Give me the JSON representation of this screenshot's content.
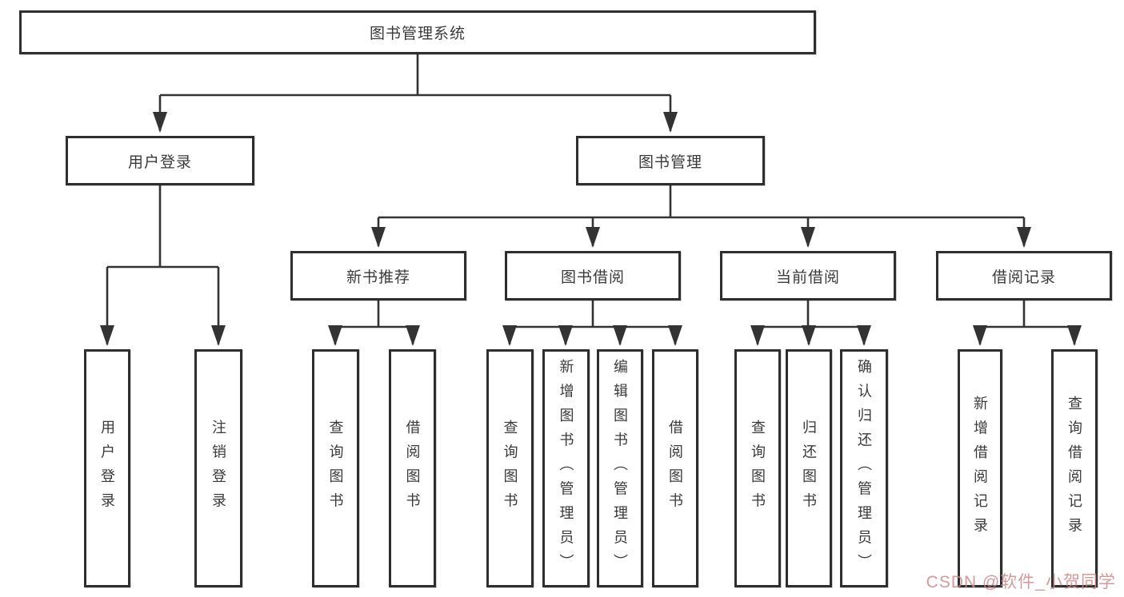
{
  "diagram": {
    "title": "图书管理系统",
    "watermark": "CSDN @软件_小贺同学",
    "colors": {
      "background": "#ffffff",
      "box_border": "#2e2e2e",
      "connector": "#333333",
      "text": "#3a3a3a",
      "watermark": "#cd8787"
    },
    "labels": {
      "root": "图书管理系统",
      "user_login": "用户登录",
      "book_mgmt": "图书管理",
      "new_book_rec": "新书推荐",
      "book_borrow": "图书借阅",
      "current_borrow": "当前借阅",
      "borrow_record": "借阅记录",
      "leaf_user_login": "用户登录",
      "leaf_logout": "注销登录",
      "nb_query": "查询图书",
      "nb_borrow": "借阅图书",
      "bb_query": "查询图书",
      "bb_add": "新增图书（管理员）",
      "bb_edit": "编辑图书（管理员）",
      "bb_borrow": "借阅图书",
      "cb_query": "查询图书",
      "cb_return": "归还图书",
      "cb_confirm": "确认归还（管理员）",
      "br_add": "新增借阅记录",
      "br_query": "查询借阅记录"
    },
    "hierarchy": {
      "图书管理系统": {
        "用户登录": [
          "用户登录",
          "注销登录"
        ],
        "图书管理": {
          "新书推荐": [
            "查询图书",
            "借阅图书"
          ],
          "图书借阅": [
            "查询图书",
            "新增图书（管理员）",
            "编辑图书（管理员）",
            "借阅图书"
          ],
          "当前借阅": [
            "查询图书",
            "归还图书",
            "确认归还（管理员）"
          ],
          "借阅记录": [
            "新增借阅记录",
            "查询借阅记录"
          ]
        }
      }
    }
  }
}
